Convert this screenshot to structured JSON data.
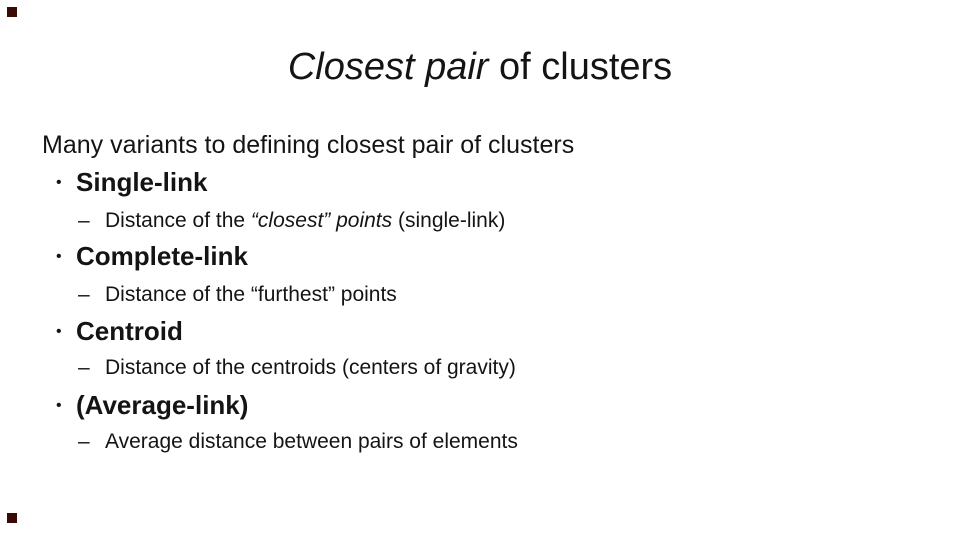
{
  "slide": {
    "title": {
      "italic_part": "Closest pair",
      "regular_part": " of clusters"
    },
    "intro": "Many variants to defining closest pair of clusters",
    "bullet_glyph": "•",
    "dash_glyph": "–",
    "bullets": [
      {
        "label": "Single-link",
        "sub": {
          "pre": "Distance of the ",
          "italic": "“closest” points",
          "post": " (single-link)"
        }
      },
      {
        "label": "Complete-link",
        "sub": {
          "pre": "Distance of the “furthest” points",
          "italic": "",
          "post": ""
        }
      },
      {
        "label": "Centroid",
        "sub": {
          "pre": "Distance of the centroids (centers of gravity)",
          "italic": "",
          "post": ""
        }
      },
      {
        "label": "(Average-link)",
        "sub": {
          "pre": "Average distance between pairs of elements",
          "italic": "",
          "post": ""
        }
      }
    ],
    "colors": {
      "text": "#141414",
      "corner_mark": "#3b0a06",
      "background": "#ffffff"
    }
  }
}
